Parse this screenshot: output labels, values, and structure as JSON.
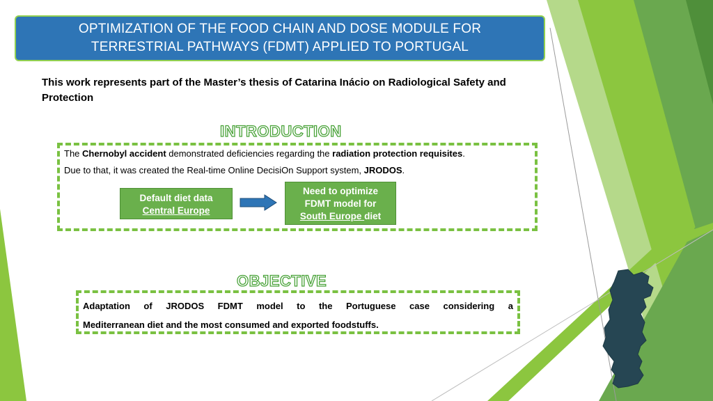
{
  "title": {
    "line1": "OPTIMIZATION OF THE FOOD CHAIN AND DOSE MODULE FOR",
    "line2": "TERRESTRIAL PATHWAYS (FDMT) APPLIED TO PORTUGAL"
  },
  "intro_statement": "This work represents part of the Master’s thesis of Catarina Inácio on Radiological Safety and Protection",
  "introduction": {
    "heading": "INTRODUCTION",
    "line1": {
      "t1": "The ",
      "b1": "Chernobyl accident",
      "t2": " demonstrated deficiencies regarding the ",
      "b2": "radiation protection requisites",
      "t3": "."
    },
    "line2": {
      "t1": "Due to that, it was created the Real-time Online DecisiOn Support system, ",
      "b1": "JRODOS",
      "t2": "."
    },
    "default_box": {
      "line1": "Default diet data",
      "line2": "Central Europe"
    },
    "need_box": {
      "line1": "Need to optimize",
      "line2": "FDMT model for",
      "line3_underlined": "South Europe ",
      "line3_rest": "diet"
    }
  },
  "objective": {
    "heading": "OBJECTIVE",
    "line1_words": [
      "Adaptation",
      "of",
      "JRODOS",
      "FDMT",
      "model",
      "to",
      "the",
      "Portuguese",
      "case",
      "considering",
      "a"
    ],
    "line2": "Mediterranean diet and the most consumed and exported foodstuffs."
  },
  "icons": [
    "right-arrow-icon",
    "portugal-map-icon"
  ],
  "colors": {
    "title_bg": "#2e75b6",
    "accent_green": "#7ac142",
    "box_green": "#6ab04c",
    "arrow_blue": "#2e75b6",
    "map_dark": "#264653"
  }
}
